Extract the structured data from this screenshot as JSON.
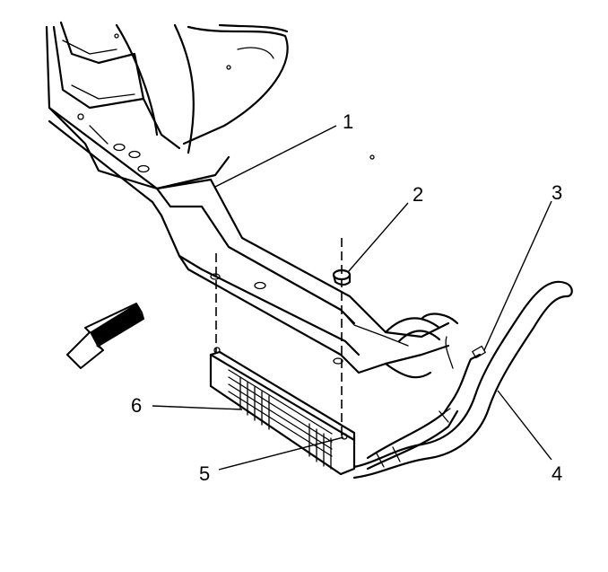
{
  "callouts": [
    {
      "id": "1",
      "part": "frame-crossmember"
    },
    {
      "id": "2",
      "part": "nut"
    },
    {
      "id": "3",
      "part": "cooler-line-fitting"
    },
    {
      "id": "4",
      "part": "cooler-lines"
    },
    {
      "id": "5",
      "part": "cooler-bolt"
    },
    {
      "id": "6",
      "part": "transmission-oil-cooler"
    }
  ],
  "colors": {
    "line": "#000000",
    "background": "#ffffff"
  },
  "icons": {
    "direction": "front-direction-arrow-icon"
  }
}
